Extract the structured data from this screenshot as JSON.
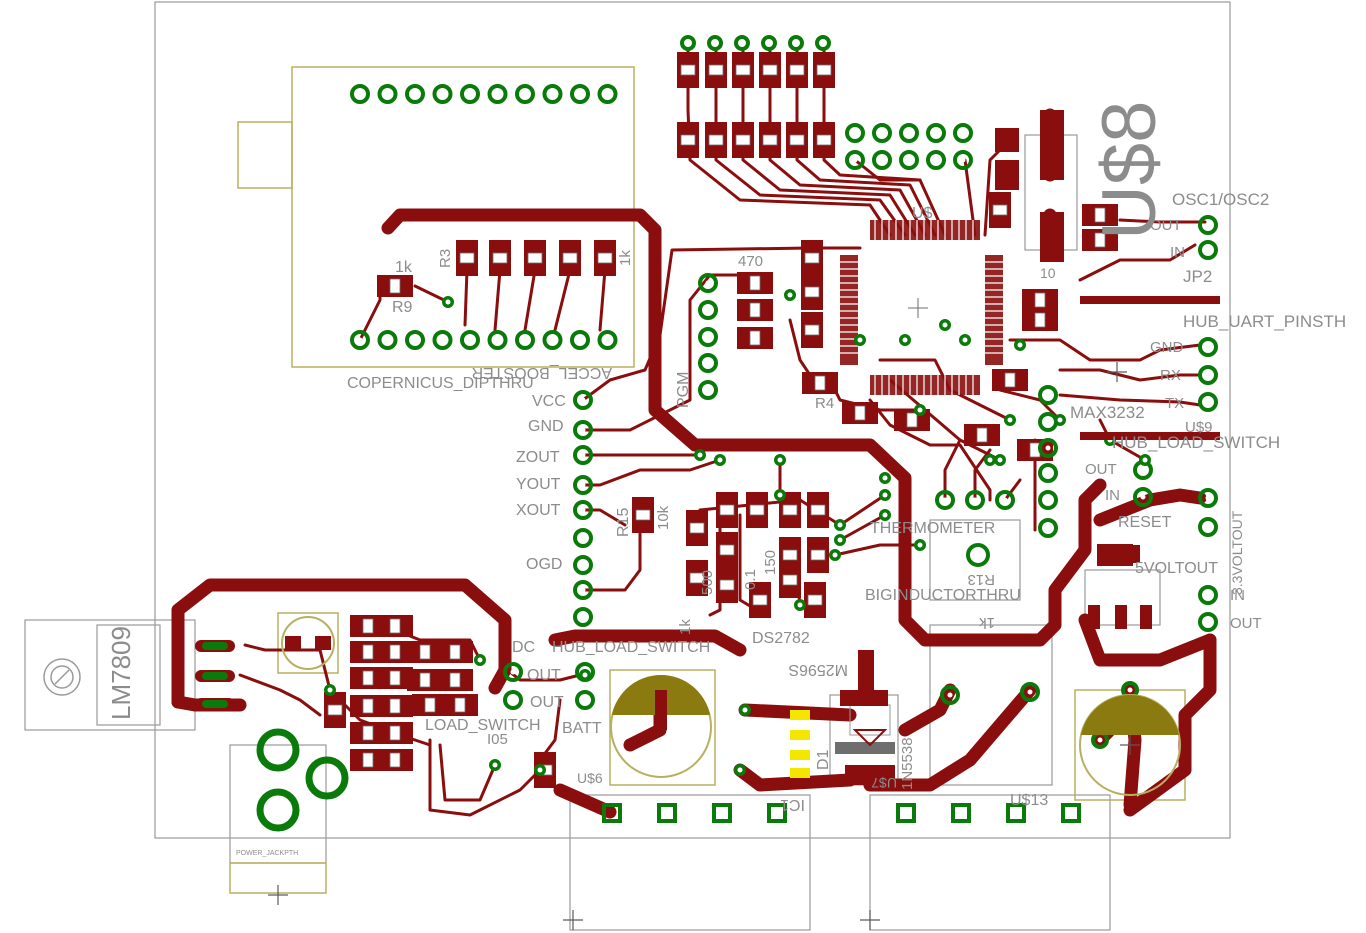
{
  "colors": {
    "trace": "#8a0e0e",
    "pad": "#0a7a0a",
    "outline": "#9a9a9a",
    "silk": "#b8b060",
    "text": "#8c8c8c",
    "copper_fill": "#8a7a10",
    "yellow": "#f5e600"
  },
  "labels": {
    "us8_big": "U$8",
    "osc": "OSC1/OSC2",
    "out1": "OUT",
    "in1": "IN",
    "jp2": "JP2",
    "hub_uart": "HUB_UART_PINSTH",
    "gnd_r": "GND",
    "rx": "RX",
    "tx": "TX",
    "us9": "U$9",
    "max3232": "MAX3232",
    "hub_load_switch_r": "HUB_LOAD_SWITCH",
    "out2": "OUT",
    "in2": "IN",
    "reset": "RESET",
    "v33out": "3.3VOLTOUT",
    "v5out": "5VOLTOUT",
    "in3": "IN",
    "out3": "OUT",
    "thermometer": "THERMOMETER",
    "r13": "R13",
    "bigind": "BIGINDUCTORTHRU",
    "k1_bot": "1k",
    "accel": "ACCEL_BOOSTER",
    "copernicus": "COPERNICUS_DIPTHRU",
    "vcc": "VCC",
    "gnd": "GND",
    "zout": "ZOUT",
    "yout": "YOUT",
    "xout": "XOUT",
    "ogd": "OGD",
    "pgm": "PGM",
    "r15": "R15",
    "r15v": "10k",
    "r9": "R9",
    "r9v": "1k",
    "r3": "R3",
    "r8v": "1k",
    "r470": "470",
    "r4": "R4",
    "us3": "U$",
    "ds2782": "DS2782",
    "k1_mid": "1k",
    "v500": "500",
    "v150": "150",
    "v01": "0.1",
    "dc": "DC",
    "hub_load_switch_l": "HUB_LOAD_SWITCH",
    "out4": "OUT",
    "out5": "OUT",
    "batt": "BATT",
    "load_switch_mid": "LOAD_SWITCH",
    "m2596s": "M2596S",
    "d1": "D1",
    "n5538": "1N5538",
    "ic1": "IC1",
    "us7": "U$7",
    "us13": "U$13",
    "us6": "U$6",
    "lm7809": "LM7809",
    "power_jack": "POWER_JACKPTH",
    "i05": "I05",
    "r10": "10"
  }
}
